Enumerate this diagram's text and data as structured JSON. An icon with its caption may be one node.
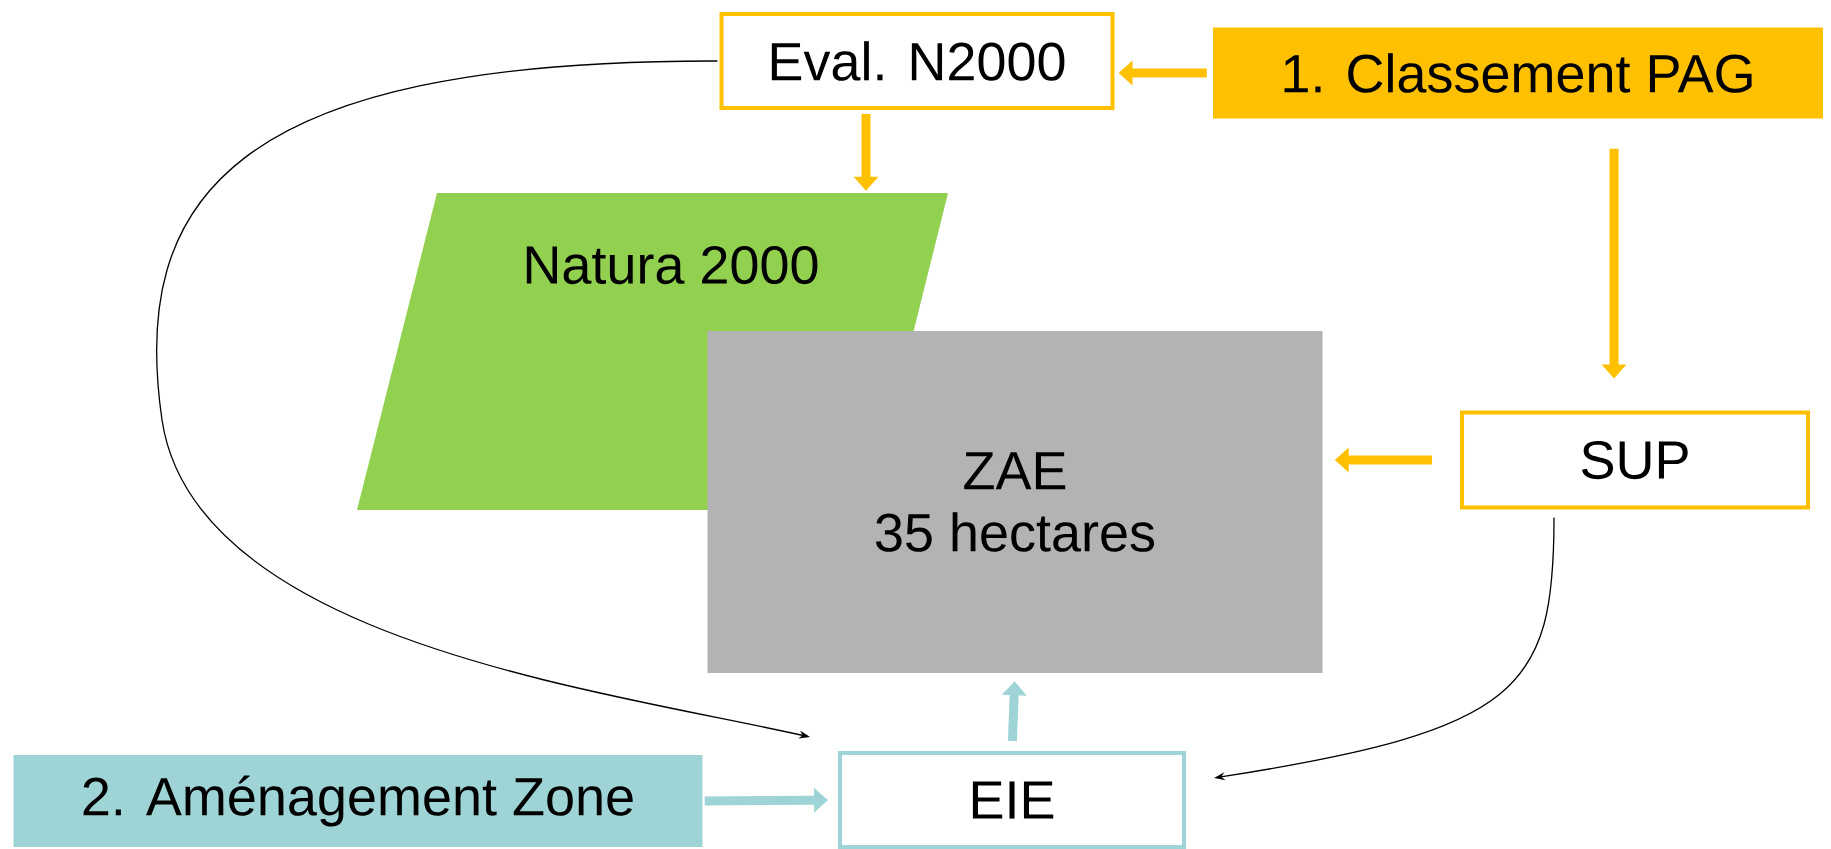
{
  "diagram": {
    "nodes": [
      {
        "text": [
          "Eval. N2000"
        ]
      },
      {
        "text": [
          "1. Classement PAG"
        ]
      },
      {
        "text": [
          "Natura 2000"
        ]
      },
      {
        "text": [
          "ZAE",
          "35 hectares"
        ]
      },
      {
        "text": [
          "SUP"
        ]
      },
      {
        "text": [
          "2. Aménagement Zone"
        ]
      },
      {
        "text": [
          "EIE"
        ]
      }
    ],
    "edges": [
      {
        "from": 1,
        "to": 0,
        "arrow": "to"
      },
      {
        "from": 0,
        "to": 2,
        "arrow": "to"
      },
      {
        "from": 1,
        "to": 4,
        "arrow": "to"
      },
      {
        "from": 4,
        "to": 3,
        "arrow": "to"
      },
      {
        "from": 0,
        "to": 6,
        "arrow": "to",
        "color": "#000000"
      },
      {
        "from": 4,
        "to": 6,
        "arrow": "to",
        "color": "#000000"
      },
      {
        "from": 5,
        "to": 6,
        "arrow": "to",
        "color": "#9fd4d6"
      },
      {
        "from": 6,
        "to": 3,
        "arrow": "to",
        "color": "#9fd4d6"
      }
    ]
  }
}
